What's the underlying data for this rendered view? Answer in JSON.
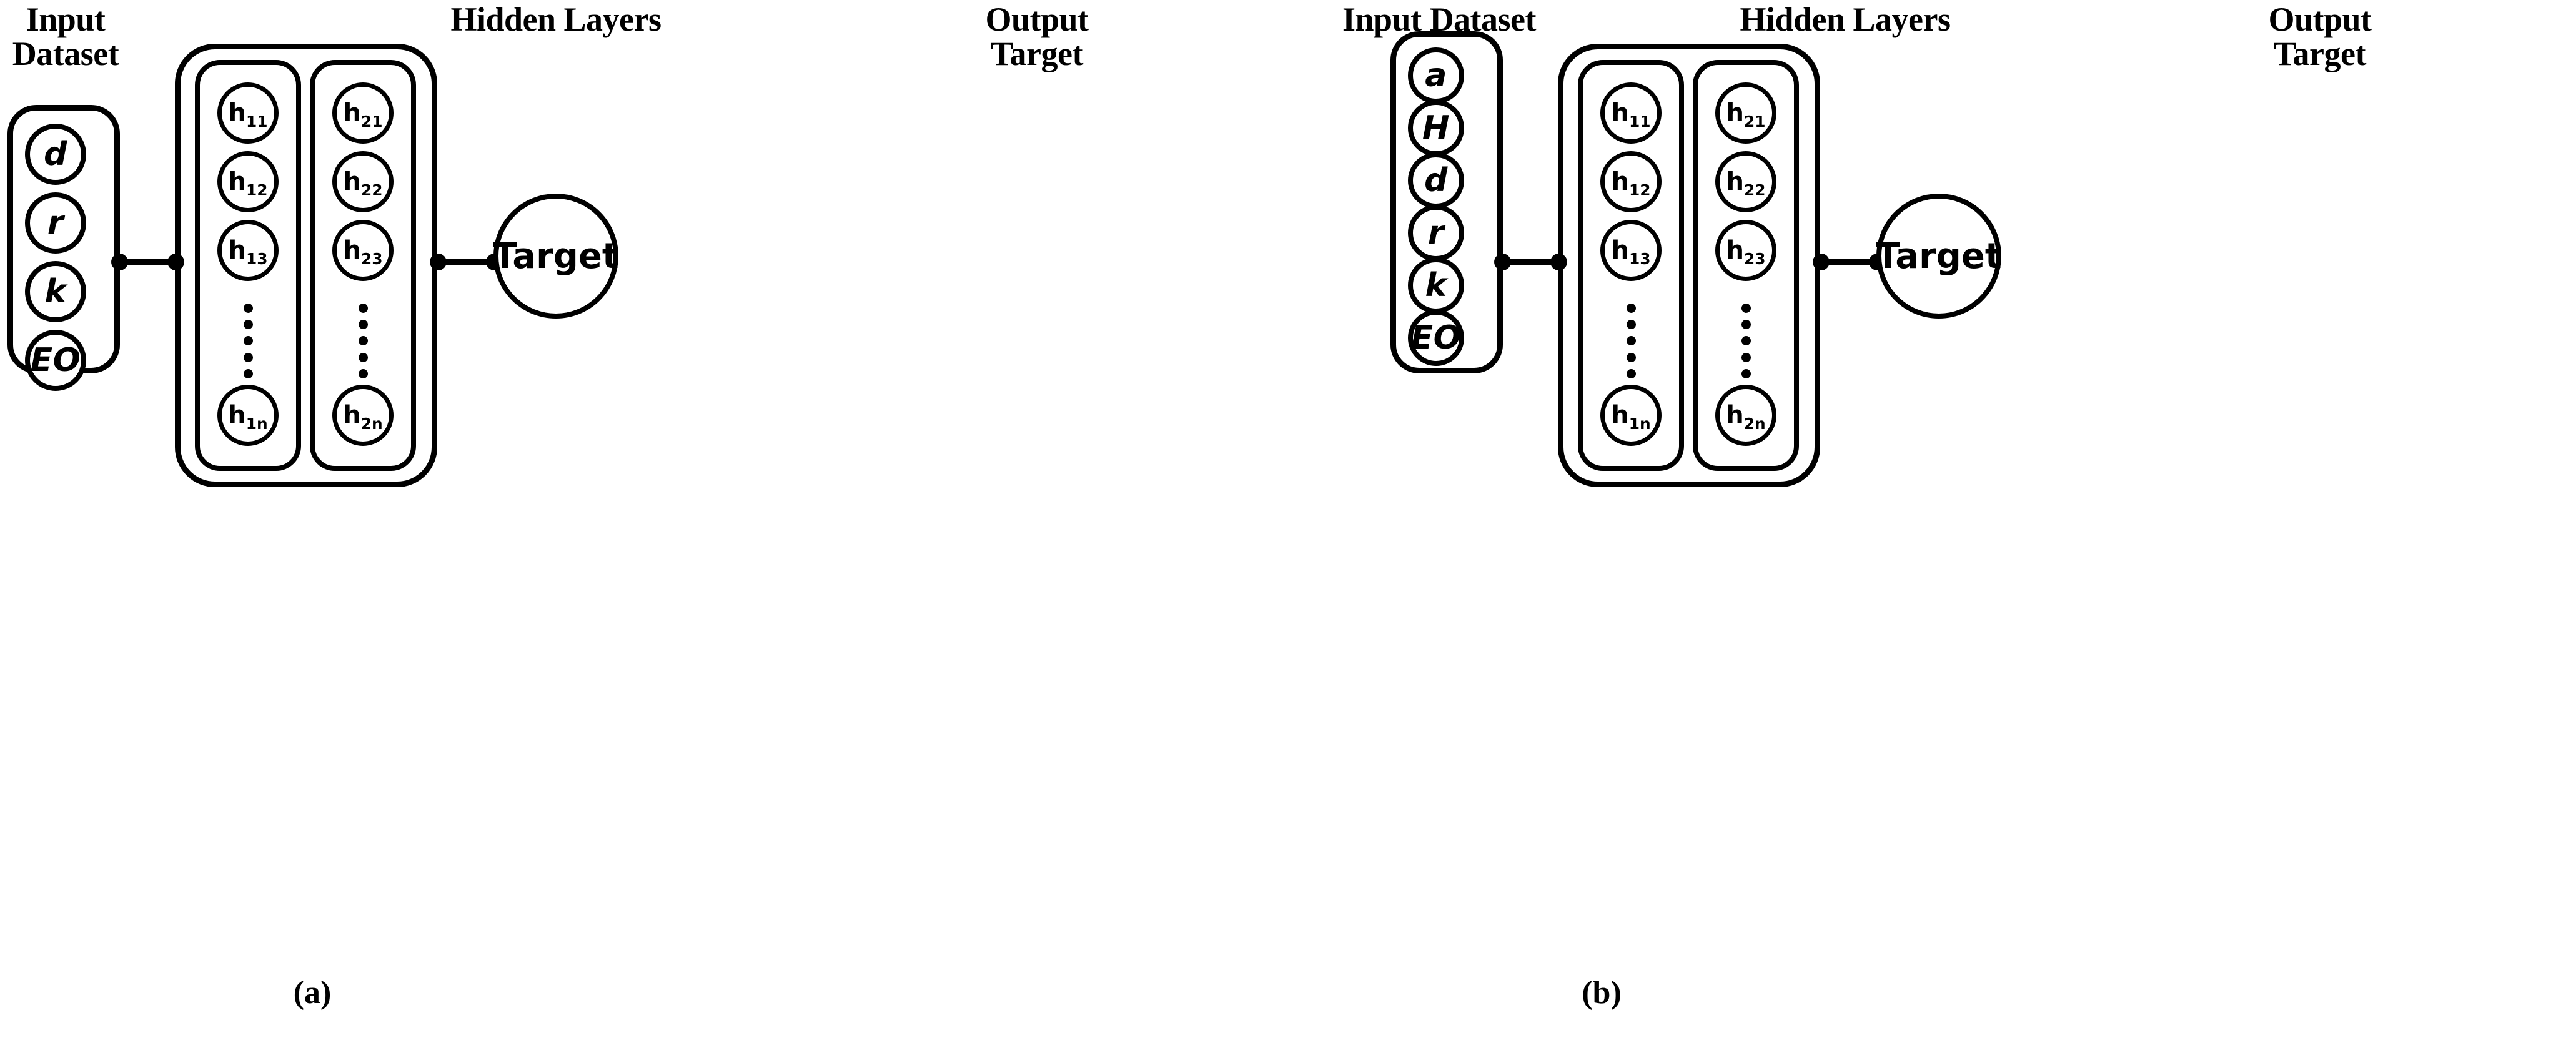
{
  "figure": {
    "title": "Neural network architecture diagrams (a) and (b)",
    "background_color": "#ffffff",
    "stroke_color": "#000000"
  },
  "panels": [
    {
      "id": "a",
      "caption": "(a)",
      "headers": {
        "input": "Input\nDataset",
        "input_line1": "Input",
        "input_line2": "Dataset",
        "hidden": "Hidden Layers",
        "output_line1": "Output",
        "output_line2": "Target"
      },
      "input_nodes": [
        {
          "label": "d"
        },
        {
          "label": "r"
        },
        {
          "label": "k"
        },
        {
          "label": "EO"
        }
      ],
      "hidden_layers": [
        {
          "index": 1,
          "nodes": [
            {
              "base": "h",
              "sub": "11"
            },
            {
              "base": "h",
              "sub": "12"
            },
            {
              "base": "h",
              "sub": "13"
            }
          ],
          "ellipsis_dots": 6,
          "last_node": {
            "base": "h",
            "sub": "1n"
          }
        },
        {
          "index": 2,
          "nodes": [
            {
              "base": "h",
              "sub": "21"
            },
            {
              "base": "h",
              "sub": "22"
            },
            {
              "base": "h",
              "sub": "23"
            }
          ],
          "ellipsis_dots": 6,
          "last_node": {
            "base": "h",
            "sub": "2n"
          }
        }
      ],
      "output_node": {
        "label": "Target"
      }
    },
    {
      "id": "b",
      "caption": "(b)",
      "headers": {
        "input": "Input Dataset",
        "input_line1": "Input Dataset",
        "input_line2": "",
        "hidden": "Hidden Layers",
        "output_line1": "Output",
        "output_line2": "Target"
      },
      "input_nodes": [
        {
          "label": "a"
        },
        {
          "label": "H"
        },
        {
          "label": "d"
        },
        {
          "label": "r"
        },
        {
          "label": "k"
        },
        {
          "label": "EO"
        }
      ],
      "hidden_layers": [
        {
          "index": 1,
          "nodes": [
            {
              "base": "h",
              "sub": "11"
            },
            {
              "base": "h",
              "sub": "12"
            },
            {
              "base": "h",
              "sub": "13"
            }
          ],
          "ellipsis_dots": 6,
          "last_node": {
            "base": "h",
            "sub": "1n"
          }
        },
        {
          "index": 2,
          "nodes": [
            {
              "base": "h",
              "sub": "21"
            },
            {
              "base": "h",
              "sub": "22"
            },
            {
              "base": "h",
              "sub": "23"
            }
          ],
          "ellipsis_dots": 6,
          "last_node": {
            "base": "h",
            "sub": "2n"
          }
        }
      ],
      "output_node": {
        "label": "Target"
      }
    }
  ]
}
